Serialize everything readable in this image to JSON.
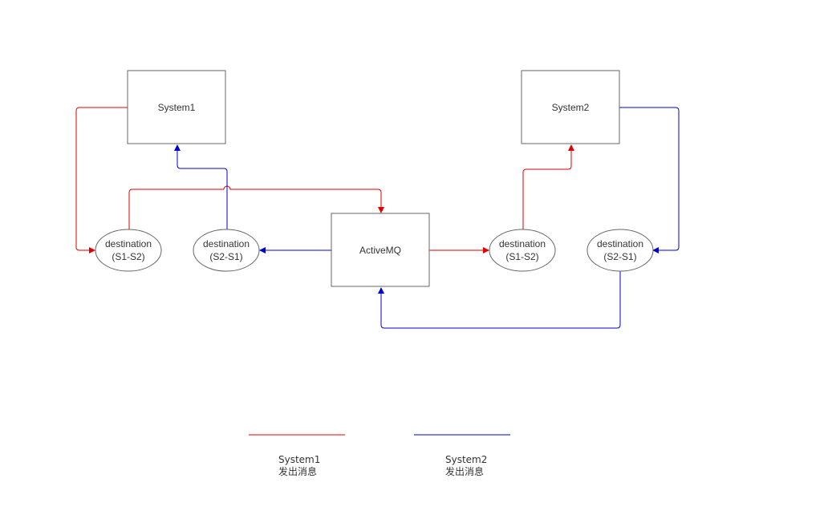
{
  "colors": {
    "system1_flow": "#e00000",
    "system2_flow": "#0000cc",
    "node_stroke": "#666666",
    "text": "#333333"
  },
  "nodes": {
    "system1": {
      "label": "System1"
    },
    "system2": {
      "label": "System2"
    },
    "activemq": {
      "label": "ActiveMQ"
    },
    "dest_left_s1s2": {
      "line1": "destination",
      "line2": "(S1-S2)"
    },
    "dest_left_s2s1": {
      "line1": "destination",
      "line2": "(S2-S1)"
    },
    "dest_right_s1s2": {
      "line1": "destination",
      "line2": "(S1-S2)"
    },
    "dest_right_s2s1": {
      "line1": "destination",
      "line2": "(S2-S1)"
    }
  },
  "legend": {
    "system1": {
      "line1": "System1",
      "line2": "发出消息"
    },
    "system2": {
      "line1": "System2",
      "line2": "发出消息"
    }
  }
}
